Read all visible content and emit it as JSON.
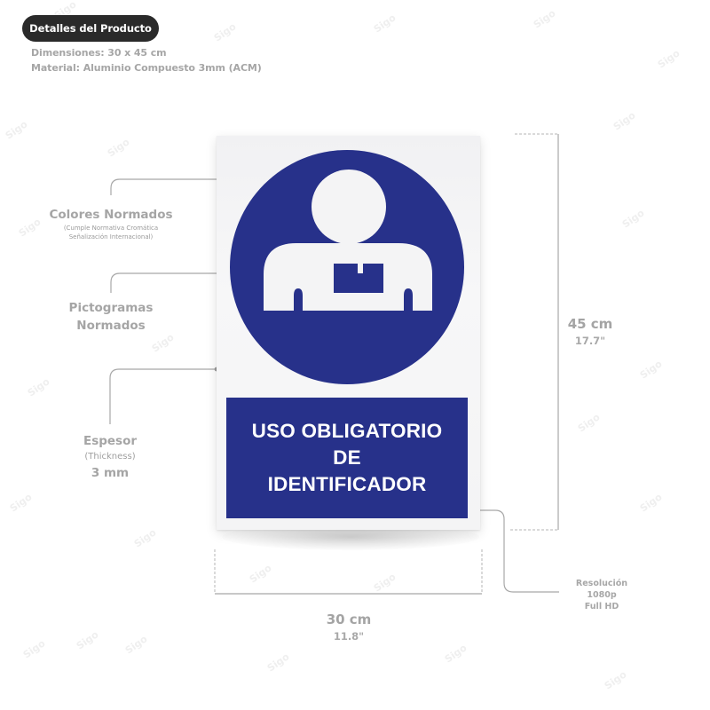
{
  "header": {
    "badge_label": "Detalles del Producto",
    "dimensions": "Dimensiones: 30 x 45 cm",
    "material": "Material: Aluminio Compuesto 3mm (ACM)"
  },
  "callouts": {
    "colors": {
      "title": "Colores Normados",
      "note_line1": "(Cumple Normativa Cromática",
      "note_line2": "Señalización Internacional)"
    },
    "pictograms": {
      "line1": "Pictogramas",
      "line2": "Normados"
    },
    "thickness": {
      "title": "Espesor",
      "subtitle": "(Thickness)",
      "value": "3 mm"
    },
    "resolution": {
      "line1": "Resolución",
      "line2": "1080p",
      "line3": "Full HD"
    }
  },
  "sign": {
    "pictogram": "person-with-id-badge-icon",
    "text_line1": "USO OBLIGATORIO",
    "text_line2": "DE",
    "text_line3": "IDENTIFICADOR",
    "colors": {
      "blue": "#27318a",
      "white": "#f4f4f5"
    }
  },
  "dimensions": {
    "height_cm": "45 cm",
    "height_in": "17.7\"",
    "width_cm": "30 cm",
    "width_in": "11.8\""
  },
  "watermark": "Sigo"
}
